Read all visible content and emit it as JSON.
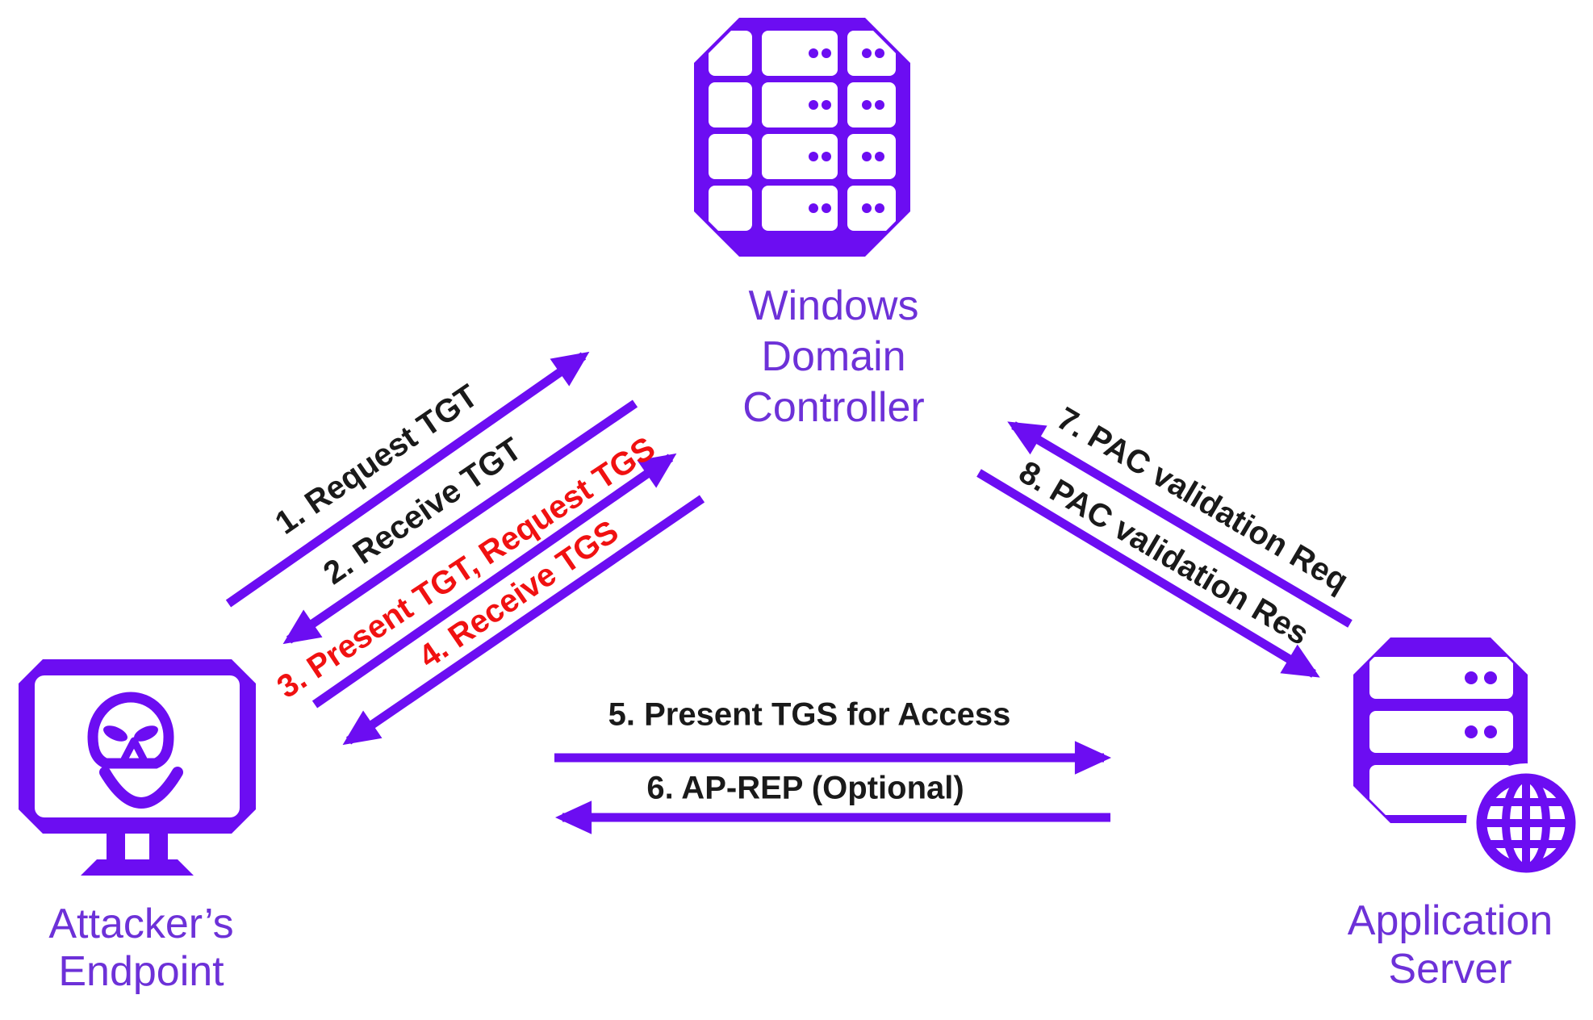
{
  "nodes": {
    "domain_controller": {
      "icon": "server-rack-icon",
      "label_lines": [
        "Windows",
        "Domain",
        "Controller"
      ]
    },
    "attacker_endpoint": {
      "icon": "skull-monitor-icon",
      "label_lines": [
        "Attacker’s",
        "Endpoint"
      ]
    },
    "application_server": {
      "icon": "server-globe-icon",
      "label_lines": [
        "Application",
        "Server"
      ]
    }
  },
  "flows": [
    {
      "num": "1",
      "label": "1. Request TGT",
      "color": "#1A1A1A",
      "from": "attacker_endpoint",
      "to": "domain_controller"
    },
    {
      "num": "2",
      "label": "2. Receive TGT",
      "color": "#1A1A1A",
      "from": "domain_controller",
      "to": "attacker_endpoint"
    },
    {
      "num": "3",
      "label": "3. Present TGT, Request TGS",
      "color": "#F01111",
      "from": "attacker_endpoint",
      "to": "domain_controller"
    },
    {
      "num": "4",
      "label": "4. Receive TGS",
      "color": "#F01111",
      "from": "domain_controller",
      "to": "attacker_endpoint"
    },
    {
      "num": "5",
      "label": "5. Present TGS for Access",
      "color": "#1A1A1A",
      "from": "attacker_endpoint",
      "to": "application_server"
    },
    {
      "num": "6",
      "label": "6. AP-REP (Optional)",
      "color": "#1A1A1A",
      "from": "application_server",
      "to": "attacker_endpoint"
    },
    {
      "num": "7",
      "label": "7. PAC validation Req",
      "color": "#1A1A1A",
      "from": "application_server",
      "to": "domain_controller"
    },
    {
      "num": "8",
      "label": "8. PAC validation Res",
      "color": "#1A1A1A",
      "from": "domain_controller",
      "to": "application_server"
    }
  ],
  "colors": {
    "accent_purple": "#6C0DF2",
    "label_purple": "#6D31D8",
    "red": "#F01111",
    "black": "#1A1A1A",
    "background": "#FFFFFF"
  }
}
